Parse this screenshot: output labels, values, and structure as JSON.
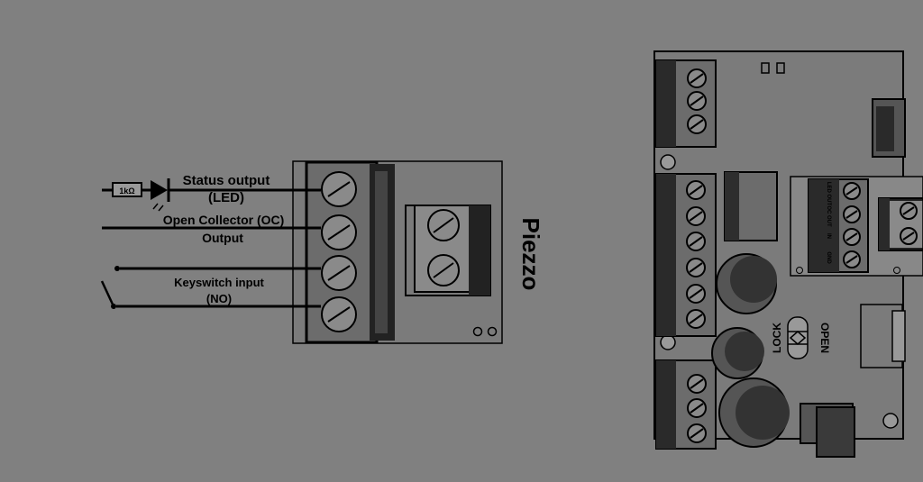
{
  "labels": {
    "status_output": "Status output",
    "led": "(LED)",
    "open_collector": "Open Collector (OC)",
    "output": "Output",
    "keyswitch_input": "Keyswitch input",
    "no": "(NO)",
    "resistor": "1kΩ",
    "piezzo": "Piezzo"
  },
  "board": {
    "lock": "LOCK",
    "open": "OPEN",
    "terminal_pins": [
      "LED OUT",
      "OC OUT",
      "IN",
      "GND"
    ]
  },
  "colors": {
    "background": "#808080",
    "component_fill": "#7b7b7b",
    "screw_fill": "#8a8a8a",
    "outline": "#000000"
  }
}
